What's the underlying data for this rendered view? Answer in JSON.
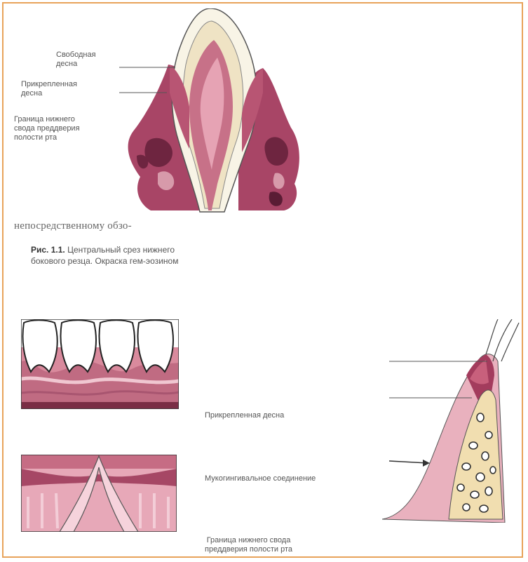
{
  "figure1": {
    "labels": [
      [
        "Свободная",
        "десна"
      ],
      [
        "Прикрепленная",
        "десна"
      ],
      [
        "Граница нижнего",
        "свода преддверия",
        "полости рта"
      ]
    ],
    "fragment_text": "непосредственному обзо-",
    "caption_prefix": "Рис. 1.1.",
    "caption_line1": "Центральный срез нижнего",
    "caption_line2": "бокового резца. Окраска гем-эозином"
  },
  "figure2": {
    "labels": [
      "Прикрепленная десна",
      "Мукогингивальное соединение",
      [
        "Граница нижнего свода",
        "преддверия полости рта"
      ]
    ]
  },
  "colors": {
    "frame": "#e8a35a",
    "gum": "#c9788a",
    "gum_light": "#e8b3bf",
    "tissue_dark": "#8e3552",
    "enamel": "#f8f4e6",
    "bone": "#f1deb0"
  }
}
